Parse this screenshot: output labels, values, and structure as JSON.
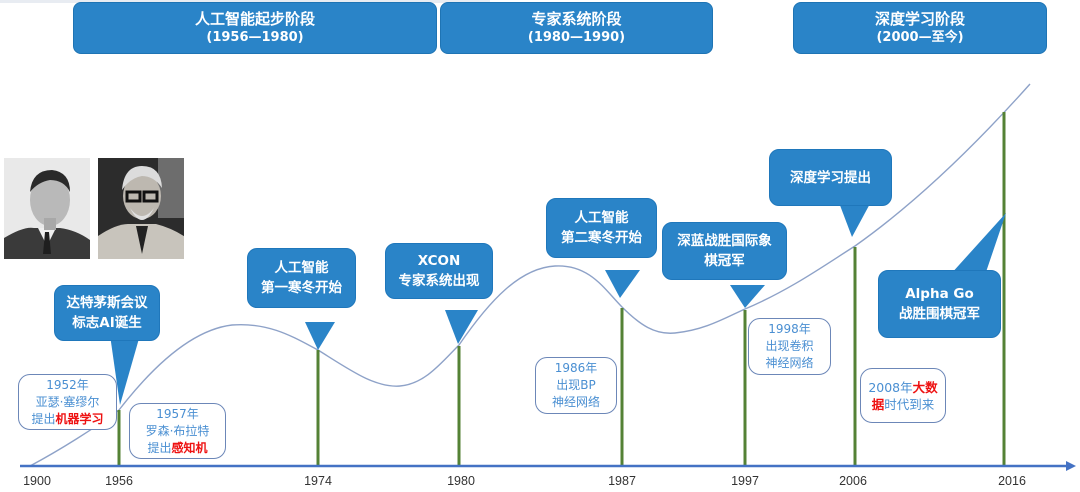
{
  "phases": [
    {
      "title": "人工智能起步阶段",
      "range": "(1956—1980)"
    },
    {
      "title": "专家系统阶段",
      "range": "(1980—1990)"
    },
    {
      "title": "深度学习阶段",
      "range": "(2000—至今)"
    }
  ],
  "photos": [
    {
      "label": "portrait-alan-turing"
    },
    {
      "label": "portrait-john-mccarthy"
    }
  ],
  "callouts": [
    {
      "year": "1956",
      "line1": "达特茅斯会议",
      "line2": "标志AI诞生"
    },
    {
      "year": "1974",
      "line1": "人工智能",
      "line2": "第一寒冬开始"
    },
    {
      "year": "1980",
      "line1": "XCON",
      "line2": "专家系统出现"
    },
    {
      "year": "1987",
      "line1": "人工智能",
      "line2": "第二寒冬开始"
    },
    {
      "year": "1997",
      "line1": "深蓝战胜国际象",
      "line2": "棋冠军"
    },
    {
      "year": "2006",
      "line1": "深度学习提出",
      "line2": ""
    },
    {
      "year": "2016",
      "line1": "Alpha Go",
      "line2": "战胜围棋冠军"
    }
  ],
  "notes": [
    {
      "line1": "1952年",
      "line2": "亚瑟·塞缪尔",
      "line3_plain": "提出",
      "line3_red": "机器学习"
    },
    {
      "line1": "1957年",
      "line2": "罗森·布拉特",
      "line3_plain": "提出",
      "line3_red": "感知机"
    },
    {
      "line1": "1986年",
      "line2": "出现BP",
      "line3": "神经网络"
    },
    {
      "line1": "1998年",
      "line2": "出现卷积",
      "line3": "神经网络"
    },
    {
      "part1_plain": "2008年",
      "part1_red": "大数",
      "part2_red": "据",
      "part2_plain": "时代到来"
    }
  ],
  "axis": {
    "ticks": [
      "1900",
      "1956",
      "1974",
      "1980",
      "1987",
      "1997",
      "2006",
      "2016"
    ]
  },
  "colors": {
    "phase_blue": "#2a84c8",
    "axis_blue": "#4472c4",
    "stem_green": "#548235",
    "curve": "#8ea2c8",
    "note_text": "#4a8fd2",
    "highlight_red": "#ee1111"
  }
}
